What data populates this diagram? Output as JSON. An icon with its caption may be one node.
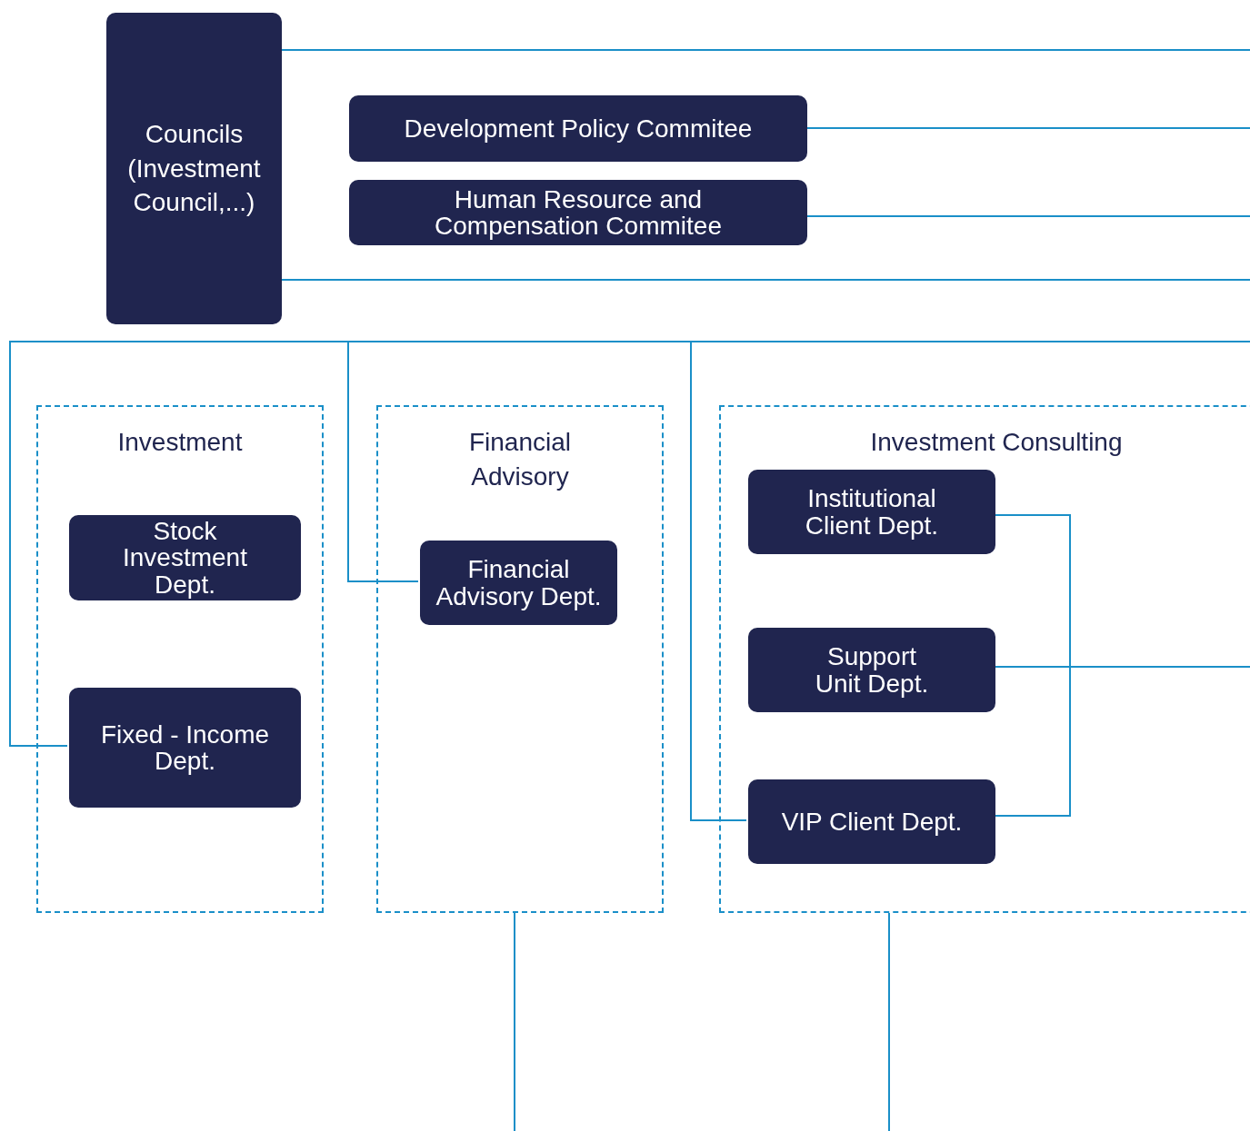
{
  "diagram": {
    "nodes": [
      {
        "text": [
          "Councils (Investment Council,...)"
        ]
      },
      {
        "text": [
          "Development Policy Commitee"
        ]
      },
      {
        "text": [
          "Human Resource and Compensation Commitee"
        ]
      },
      {
        "text": [
          "Investment"
        ]
      },
      {
        "text": [
          "Stock Investment Dept."
        ],
        "in": 3
      },
      {
        "text": [
          "Fixed - Income Dept."
        ],
        "in": 3
      },
      {
        "text": [
          "Financial Advisory"
        ]
      },
      {
        "text": [
          "Financial Advisory Dept."
        ],
        "in": 6
      },
      {
        "text": [
          "Investment Consulting"
        ]
      },
      {
        "text": [
          "Institutional Client Dept."
        ],
        "in": 8
      },
      {
        "text": [
          "Support Unit Dept."
        ],
        "in": 8
      },
      {
        "text": [
          "VIP Client Dept."
        ],
        "in": 8
      }
    ],
    "edges": [
      {
        "from": 0,
        "to": null,
        "arrow": "none"
      },
      {
        "from": 1,
        "to": null,
        "arrow": "none"
      },
      {
        "from": 2,
        "to": null,
        "arrow": "none"
      },
      {
        "from": 0,
        "to": null,
        "arrow": "none"
      },
      {
        "from": null,
        "to": 5,
        "arrow": "none"
      },
      {
        "from": null,
        "to": 7,
        "arrow": "none"
      },
      {
        "from": null,
        "to": 11,
        "arrow": "none"
      },
      {
        "from": 9,
        "to": null,
        "arrow": "none"
      },
      {
        "from": 10,
        "to": null,
        "arrow": "none"
      },
      {
        "from": 11,
        "to": null,
        "arrow": "none"
      },
      {
        "from": 6,
        "to": null,
        "arrow": "none"
      },
      {
        "from": 8,
        "to": null,
        "arrow": "none"
      }
    ]
  }
}
